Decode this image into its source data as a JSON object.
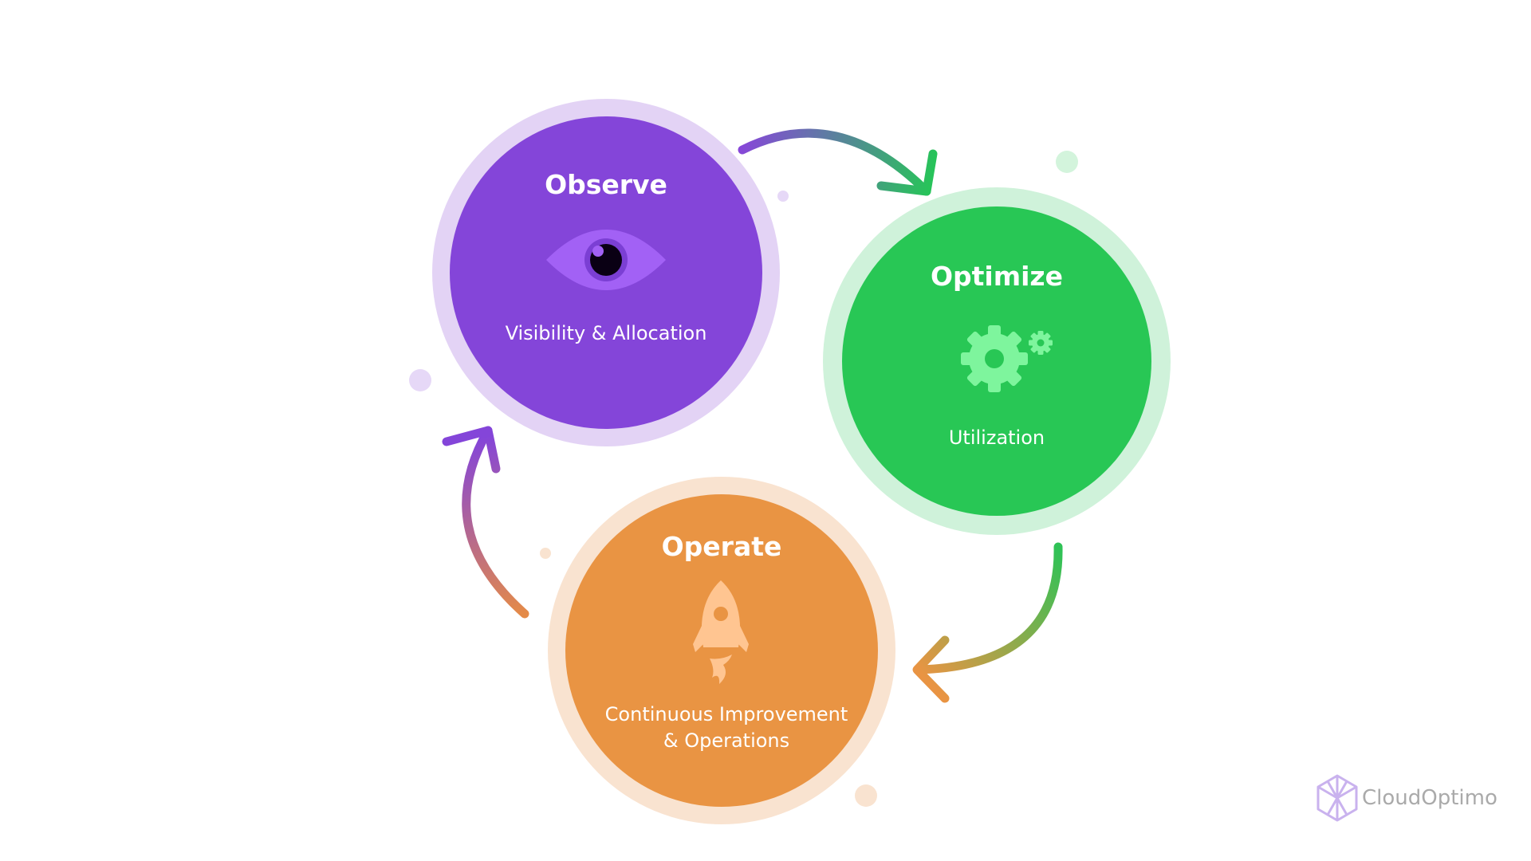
{
  "stages": [
    {
      "id": "observe",
      "title": "Observe",
      "subtitle": "Visibility & Allocation",
      "icon": "eye-icon",
      "color": "#8445D9",
      "ring_color": "#E3D3F5"
    },
    {
      "id": "optimize",
      "title": "Optimize",
      "subtitle": "Utilization",
      "icon": "gears-icon",
      "color": "#28C755",
      "ring_color": "#CFF2DA"
    },
    {
      "id": "operate",
      "title": "Operate",
      "subtitle": "Continuous Improvement & Operations",
      "icon": "rocket-icon",
      "color": "#E99443",
      "ring_color": "#F9E3D0"
    }
  ],
  "brand": {
    "name": "CloudOptimo",
    "icon": "cube-logo-icon",
    "color": "#C9B2EE"
  }
}
